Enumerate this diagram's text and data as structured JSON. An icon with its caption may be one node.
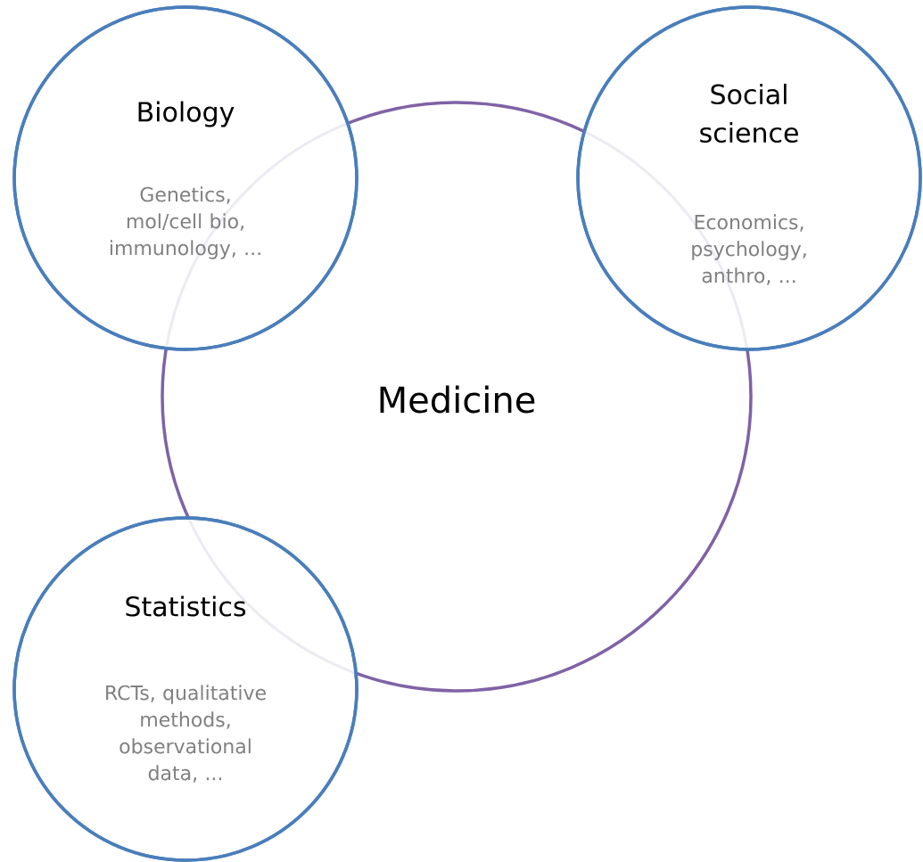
{
  "diagram": {
    "nodes": [
      {
        "text": [
          "Biology",
          "Genetics, mol/cell bio, immunology, ..."
        ]
      },
      {
        "text": [
          "Social science",
          "Economics, psychology, anthro, ..."
        ]
      },
      {
        "text": [
          "Medicine"
        ]
      },
      {
        "text": [
          "Statistics",
          "RCTs, qualitative methods, observational data, ..."
        ]
      }
    ]
  }
}
